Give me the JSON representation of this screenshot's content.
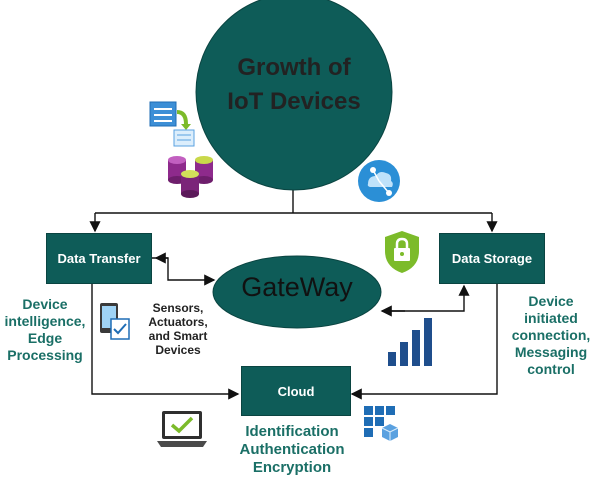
{
  "diagram": {
    "center_circle": {
      "line1": "Growth of",
      "line2": "IoT Devices"
    },
    "gateway_label": "GateWay",
    "boxes": {
      "data_transfer": "Data Transfer",
      "data_storage": "Data Storage",
      "cloud": "Cloud"
    },
    "left_note": [
      "Device",
      "intelligence,",
      "Edge",
      "Processing"
    ],
    "right_note": [
      "Device",
      "initiated",
      "connection,",
      "Messaging",
      "control"
    ],
    "sensors_note": [
      "Sensors,",
      "Actuators,",
      "and Smart",
      "Devices"
    ],
    "security_note": [
      "Identification",
      "Authentication",
      "Encryption"
    ]
  },
  "colors": {
    "primary": "#0e5c58",
    "note_text": "#1a6f66",
    "accent_green": "#7cbb2a",
    "icon_blue": "#1f6db5"
  },
  "icons": [
    "document-transfer-icon",
    "database-cluster-icon",
    "cloud-service-icon",
    "security-lock-icon",
    "phone-checklist-icon",
    "signal-bars-icon",
    "laptop-check-icon",
    "grid-cubes-icon"
  ]
}
